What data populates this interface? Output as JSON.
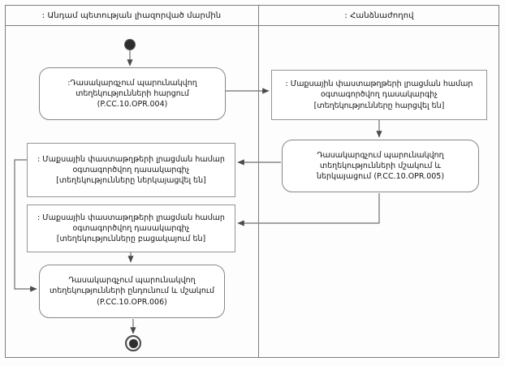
{
  "lanes": [
    {
      "label": ": Անդամ պետության լիազորված մարմին"
    },
    {
      "label": ": Հանձնաժողով"
    }
  ],
  "nodes": {
    "act004": {
      "type": "action",
      "label": ":Դասակարգչում պարունակվող տեղեկությունների հարցում (P.CC.10.OPR.004)"
    },
    "objRequested": {
      "type": "object",
      "label": ": Մաքսային փաստաթղթերի լրացման համար օգտագործվող դասակարգիչ [տեղեկությունները հարցվել են]"
    },
    "act005": {
      "type": "action",
      "label": "Դասակարգչում պարունակվող տեղեկությունների մշակում և ներկայացում (P.CC.10.OPR.005)"
    },
    "objPresented": {
      "type": "object",
      "label": ": Մաքսային փաստաթղթերի լրացման համար օգտագործվող դասակարգիչ [տեղեկությունները ներկայացվել են]"
    },
    "objAbsent": {
      "type": "object",
      "label": ": Մաքսային փաստաթղթերի լրացման համար օգտագործվող դասակարգիչ [տեղեկությունները բացակայում են]"
    },
    "act006": {
      "type": "action",
      "label": "Դասակարգչում պարունակվող տեղեկությունների ընդունում և մշակում (P.CC.10.OPR.006)"
    }
  },
  "colors": {
    "line": "#6f6f6f",
    "arrowhead": "#4a4a4a",
    "box_border": "#8f8f8f",
    "terminal_fill": "#2d2d2d"
  }
}
